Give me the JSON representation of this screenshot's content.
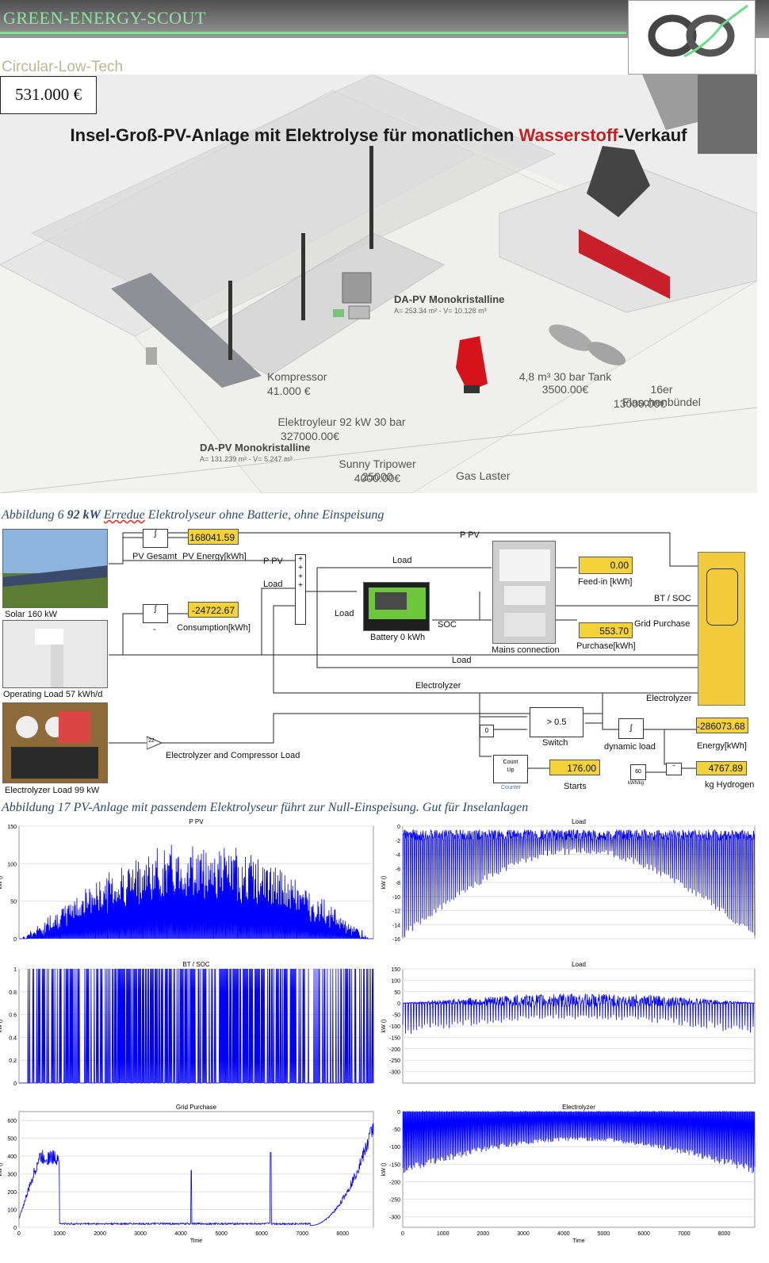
{
  "header": {
    "brand": "GREEN-ENERGY-SCOUT",
    "subbrand": "Circular-Low-Tech"
  },
  "scene": {
    "price": "531.000 €",
    "title_part1": "Insel-Groß-PV-Anlage mit Elektrolyse für monatlichen ",
    "title_accent": "Wasserstoff",
    "title_part2": "-Verkauf",
    "pv1_name": "DA-PV Monokristalline",
    "pv1_detail": "A= 253.34 m² - V= 10.128 m³",
    "pv2_name": "DA-PV Monokristalline",
    "pv2_detail": "A= 131.239 m² - V= 5.247 m³",
    "kompressor": "Kompressor",
    "kompressor_price": "41.000 €",
    "tank": "4,8 m³ 30 bar Tank",
    "tank_price": "3500.00€",
    "bundle": "16er Flaschenbündel",
    "bundle_price": "13000.00€",
    "elektrolyseur": "Elektroyleur 92 kW 30 bar",
    "elektrolyseur_price": "327000.00€",
    "inverter": "Sunny Tripower 25000",
    "inverter_price": "4000.00€",
    "truck": "Gas Laster"
  },
  "caption1": {
    "prefix": "Abbildung 6 ",
    "bold": "92 kW",
    "wavy": "Erredue",
    "rest": " Elektrolyseur ohne Batterie, ohne Einspeisung"
  },
  "caption2": {
    "text": "Abbildung  17 PV-Anlage mit passendem Elektrolyseur führt zur Null-Einspeisung. Gut für Inselanlagen"
  },
  "sim": {
    "solar": "Solar 160 kW",
    "operating": "Operating Load 57 kWh/d",
    "electrolyzer_load": "Electrolyzer Load 99 kW",
    "pv_gesamt": "PV Gesamt",
    "pv_energy": "PV Energy[kWh]",
    "pv_energy_val": "168041.59",
    "consumption": "Consumption[kWh]",
    "consumption_val": "-24722.67",
    "minus": "-",
    "p_pv": "P PV",
    "p_pv_top": "P PV",
    "load": "Load",
    "load2": "Load",
    "load3": "Load",
    "load4": "Load",
    "battery": "Battery 0 kWh",
    "soc": "SOC",
    "mains": "Mains connection",
    "feed_in": "Feed-in [kWh]",
    "feed_in_val": "0.00",
    "bt_soc": "BT / SOC",
    "grid_purchase": "Grid Purchase",
    "purchase": "Purchase[kWh]",
    "purchase_val": "553.70",
    "electrolyzer": "Electrolyzer",
    "electrolyzer2": "Electrolyzer",
    "gain": "22",
    "elec_comp_load": "Electrolyzer and Compressor Load",
    "switch_thr": "> 0.5",
    "switch": "Switch",
    "const0": "0",
    "dynamic_load": "dynamic load",
    "energy": "Energy[kWh]",
    "energy_val": "-286073.68",
    "counter": "Counter",
    "starts": "Starts",
    "starts_val": "176.00",
    "kwhkg_const": "60",
    "kwhkg": "kWh/kg",
    "kg_hydrogen": "kg Hydrogen",
    "kg_val": "4767.89"
  },
  "chart_data": [
    {
      "type": "line",
      "title": "P PV",
      "ylabel": "kW ()",
      "xlim": [
        0,
        8760
      ],
      "ylim": [
        0,
        150
      ],
      "yticks": [
        0,
        50,
        100,
        150
      ],
      "color": "#0000ff",
      "profile": "pv"
    },
    {
      "type": "line",
      "title": "Load",
      "ylabel": "kW ()",
      "xlim": [
        0,
        8760
      ],
      "ylim": [
        -16,
        0
      ],
      "yticks": [
        -16,
        -14,
        -12,
        -10,
        -8,
        -6,
        -4,
        -2,
        0
      ],
      "color": "#0000ff",
      "profile": "load_neg"
    },
    {
      "type": "line",
      "title": "BT / SOC",
      "ylabel": "kW ()",
      "xlim": [
        0,
        8760
      ],
      "ylim": [
        0,
        1
      ],
      "yticks": [
        0,
        0.2,
        0.4,
        0.6,
        0.8,
        1
      ],
      "color": "#0000ff",
      "profile": "soc"
    },
    {
      "type": "line",
      "title": "Load",
      "ylabel": "kW ()",
      "xlim": [
        0,
        8760
      ],
      "ylim": [
        -350,
        150
      ],
      "yticks": [
        -300,
        -250,
        -200,
        -150,
        -100,
        -50,
        0,
        50,
        100,
        150
      ],
      "color": "#0000ff",
      "profile": "load_mix"
    },
    {
      "type": "line",
      "title": "Grid Purchase",
      "ylabel": "kW ()",
      "xlabel": "Time",
      "xlim": [
        0,
        8760
      ],
      "ylim": [
        0,
        650
      ],
      "yticks": [
        0,
        100,
        200,
        300,
        400,
        500,
        600
      ],
      "xticks": [
        0,
        1000,
        2000,
        3000,
        4000,
        5000,
        6000,
        7000,
        8000
      ],
      "color": "#0000ff",
      "profile": "grid"
    },
    {
      "type": "line",
      "title": "Electrolyzer",
      "ylabel": "kW ()",
      "xlabel": "Time",
      "xlim": [
        0,
        8760
      ],
      "ylim": [
        -330,
        0
      ],
      "yticks": [
        -300,
        -250,
        -200,
        -150,
        -100,
        -50,
        0
      ],
      "xticks": [
        0,
        1000,
        2000,
        3000,
        4000,
        5000,
        6000,
        7000,
        8000
      ],
      "color": "#0000ff",
      "profile": "elec"
    }
  ]
}
